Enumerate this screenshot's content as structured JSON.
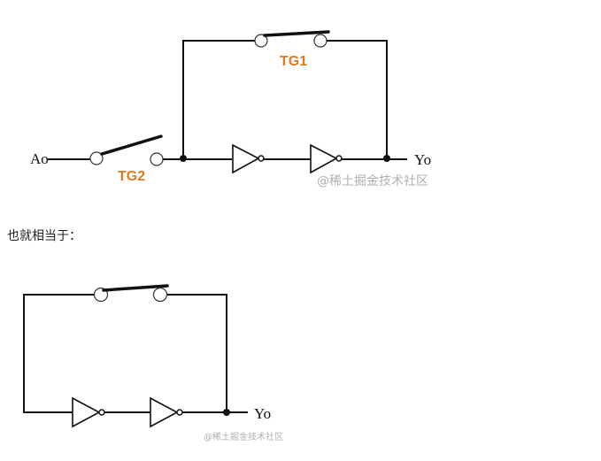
{
  "diagram1": {
    "input_label": "Ao",
    "output_label": "Yo",
    "tg1_label": "TG1",
    "tg2_label": "TG2",
    "watermark": "@稀土掘金技术社区"
  },
  "caption": "也就相当于：",
  "diagram2": {
    "output_label": "Yo",
    "watermark": "@稀土掘金技术社区"
  },
  "colors": {
    "accent": "#e07a1f",
    "line": "#111111",
    "watermark": "#b0b0b0"
  }
}
